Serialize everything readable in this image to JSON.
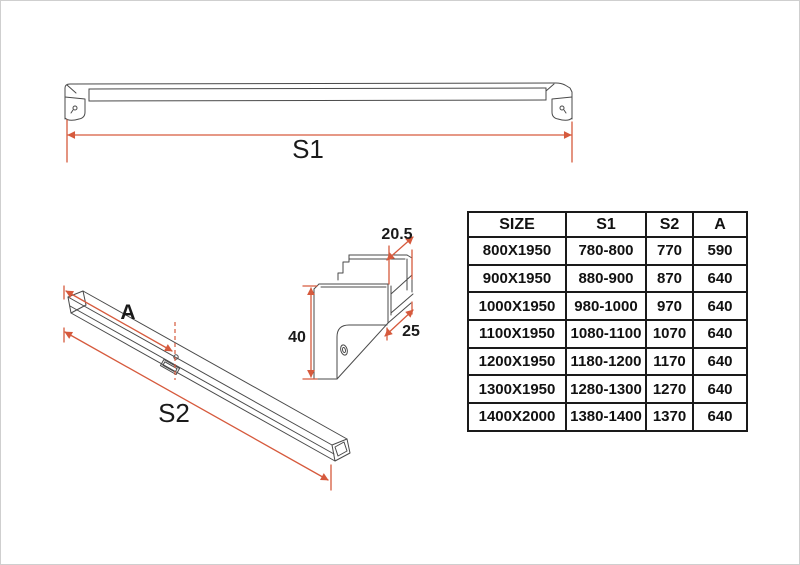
{
  "diagram": {
    "front_view": {
      "dimension_label": "S1"
    },
    "iso_view": {
      "dimension_a_label": "A",
      "dimension_s2_label": "S2"
    },
    "bracket_detail": {
      "top_width_label": "20.5",
      "height_label": "40",
      "depth_label": "25"
    }
  },
  "table": {
    "headers": [
      "SIZE",
      "S1",
      "S2",
      "A"
    ],
    "rows": [
      [
        "800X1950",
        "780-800",
        "770",
        "590"
      ],
      [
        "900X1950",
        "880-900",
        "870",
        "640"
      ],
      [
        "1000X1950",
        "980-1000",
        "970",
        "640"
      ],
      [
        "1100X1950",
        "1080-1100",
        "1070",
        "640"
      ],
      [
        "1200X1950",
        "1180-1200",
        "1170",
        "640"
      ],
      [
        "1300X1950",
        "1280-1300",
        "1270",
        "640"
      ],
      [
        "1400X2000",
        "1380-1400",
        "1370",
        "640"
      ]
    ]
  },
  "colors": {
    "dimension_red": "#d65a3d",
    "drawing_gray": "#4a4a4a",
    "table_border": "#1a1a1a",
    "background": "#ffffff"
  }
}
